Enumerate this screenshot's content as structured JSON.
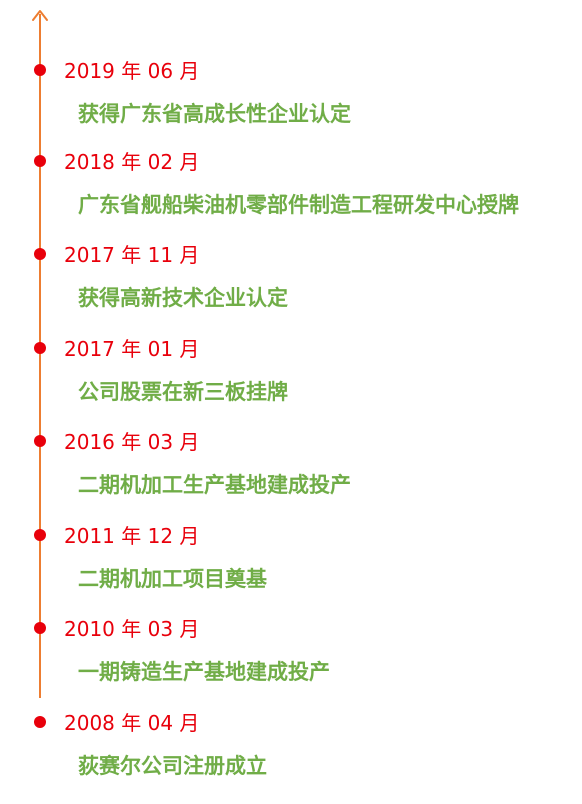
{
  "colors": {
    "line": "#ed7d31",
    "dot": "#e8000b",
    "date": "#e8000b",
    "event": "#70ad47"
  },
  "icons": {
    "top": "arrow-up-icon",
    "marker": "timeline-dot-icon"
  },
  "timeline": [
    {
      "date": "2019 年 06 月",
      "event": "获得广东省高成长性企业认定"
    },
    {
      "date": "2018 年 02 月",
      "event": "广东省舰船柴油机零部件制造工程研发中心授牌"
    },
    {
      "date": "2017 年 11 月",
      "event": "获得高新技术企业认定"
    },
    {
      "date": "2017 年 01 月",
      "event": "公司股票在新三板挂牌"
    },
    {
      "date": "2016 年 03 月",
      "event": "二期机加工生产基地建成投产"
    },
    {
      "date": "2011 年 12 月",
      "event": "二期机加工项目奠基"
    },
    {
      "date": "2010 年 03 月",
      "event": "一期铸造生产基地建成投产"
    },
    {
      "date": "2008 年 04 月",
      "event": "荻赛尔公司注册成立"
    }
  ]
}
